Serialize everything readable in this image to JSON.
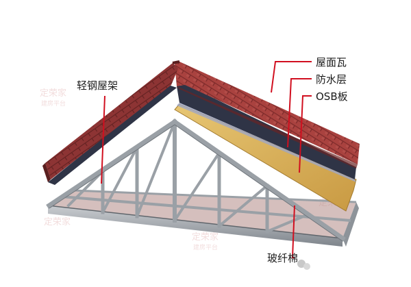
{
  "labels": {
    "tiles": "屋面瓦",
    "waterproof": "防水层",
    "osb": "OSB板",
    "frame": "轻钢屋架",
    "insulation": "玻纤棉"
  },
  "watermark": {
    "brand": "定荣家",
    "sub": "建房平台"
  },
  "colors": {
    "tile": "#a9423f",
    "tile_dark": "#7b2a2a",
    "membrane": "#2f3446",
    "osb": "#d9b25a",
    "steel": "#9aa0a6",
    "leader": "#d10f1f",
    "background": "#ffffff"
  }
}
